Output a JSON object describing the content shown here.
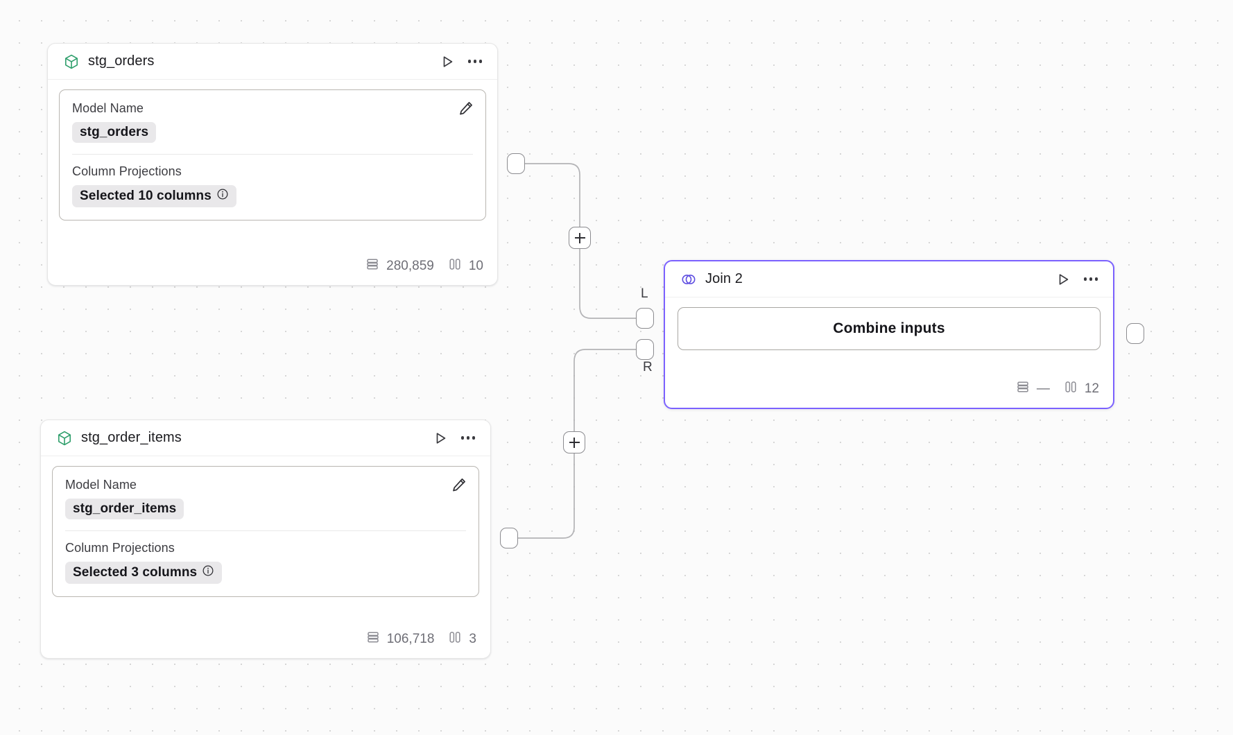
{
  "canvas": {
    "background_color": "#fbfbfb",
    "grid_dot_color": "#d6d6d6",
    "accent_color": "#7b61ff",
    "model_icon_color": "#2e9e6b"
  },
  "nodes": [
    {
      "id": "stg_orders",
      "title": "stg_orders",
      "type_icon": "cube-model-icon",
      "selected": false,
      "fields": {
        "model_name_label": "Model Name",
        "model_name_value": "stg_orders",
        "column_projections_label": "Column Projections",
        "column_projections_value": "Selected 10 columns"
      },
      "footer": {
        "rows_icon": "rows-icon",
        "rows": "280,859",
        "columns_icon": "columns-icon",
        "columns": "10"
      },
      "actions": {
        "run_icon": "play-icon",
        "more_icon": "more-options-icon",
        "edit_icon": "pencil-edit-icon",
        "info_icon": "info-icon"
      }
    },
    {
      "id": "stg_order_items",
      "title": "stg_order_items",
      "type_icon": "cube-model-icon",
      "selected": false,
      "fields": {
        "model_name_label": "Model Name",
        "model_name_value": "stg_order_items",
        "column_projections_label": "Column Projections",
        "column_projections_value": "Selected 3 columns"
      },
      "footer": {
        "rows_icon": "rows-icon",
        "rows": "106,718",
        "columns_icon": "columns-icon",
        "columns": "3"
      },
      "actions": {
        "run_icon": "play-icon",
        "more_icon": "more-options-icon",
        "edit_icon": "pencil-edit-icon",
        "info_icon": "info-icon"
      }
    },
    {
      "id": "join_2",
      "title": "Join 2",
      "type_icon": "join-venn-icon",
      "selected": true,
      "action_button_label": "Combine inputs",
      "input_port_labels": {
        "left": "L",
        "right": "R"
      },
      "footer": {
        "rows_icon": "rows-icon",
        "rows": "—",
        "columns_icon": "columns-icon",
        "columns": "12"
      },
      "actions": {
        "run_icon": "play-icon",
        "more_icon": "more-options-icon"
      }
    }
  ],
  "edge_controls": {
    "add_label": "+",
    "add_node_top": "add-node-on-edge-top",
    "add_node_bottom": "add-node-on-edge-bottom"
  }
}
